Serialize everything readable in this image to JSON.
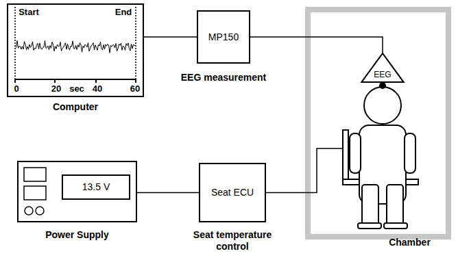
{
  "diagram": {
    "nodes": [
      {
        "text": [
          "Computer"
        ]
      },
      {
        "text": [
          "MP150",
          "EEG measurement"
        ]
      },
      {
        "text": [
          "Chamber"
        ]
      },
      {
        "text": [
          "EEG"
        ],
        "in": 2
      },
      {
        "text": [
          "Power Supply"
        ]
      },
      {
        "text": [
          "13.5 V"
        ],
        "in": 4
      },
      {
        "text": [
          "Seat ECU",
          "Seat temperature control"
        ]
      }
    ],
    "edges": [
      {
        "from": 0,
        "to": 1,
        "arrow": "none"
      },
      {
        "from": 1,
        "to": 3,
        "arrow": "none"
      },
      {
        "from": 4,
        "to": 6,
        "arrow": "none"
      },
      {
        "from": 6,
        "to": 2,
        "arrow": "none"
      }
    ],
    "labels": [
      "Start",
      "End",
      "0",
      "20",
      "sec",
      "40",
      "60"
    ]
  }
}
